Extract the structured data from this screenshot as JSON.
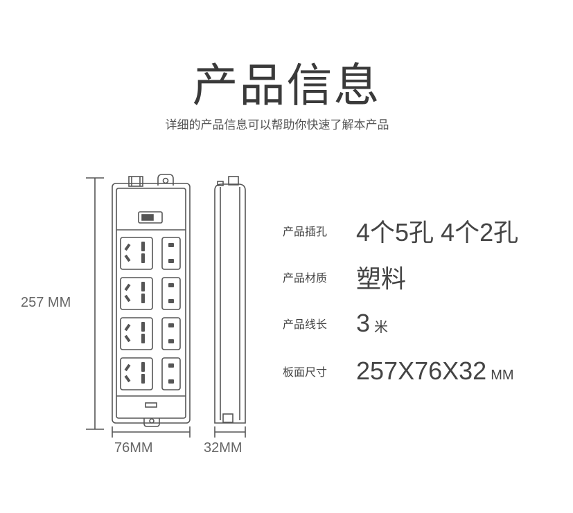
{
  "header": {
    "title": "产品信息",
    "subtitle": "详细的产品信息可以帮助你快速了解本产品"
  },
  "dimensions": {
    "height_label": "257 MM",
    "width_label": "76MM",
    "depth_label": "32MM"
  },
  "specs": [
    {
      "label": "产品插孔",
      "value": "4个5孔 4个2孔",
      "unit": ""
    },
    {
      "label": "产品材质",
      "value": "塑料",
      "unit": ""
    },
    {
      "label": "产品线长",
      "value": "3",
      "unit": "米"
    },
    {
      "label": "板面尺寸",
      "value": "257X76X32",
      "unit": "MM"
    }
  ],
  "colors": {
    "line": "#555555",
    "text": "#444444"
  },
  "icons": [
    "power-strip-front",
    "power-strip-side",
    "dimension-lines"
  ]
}
